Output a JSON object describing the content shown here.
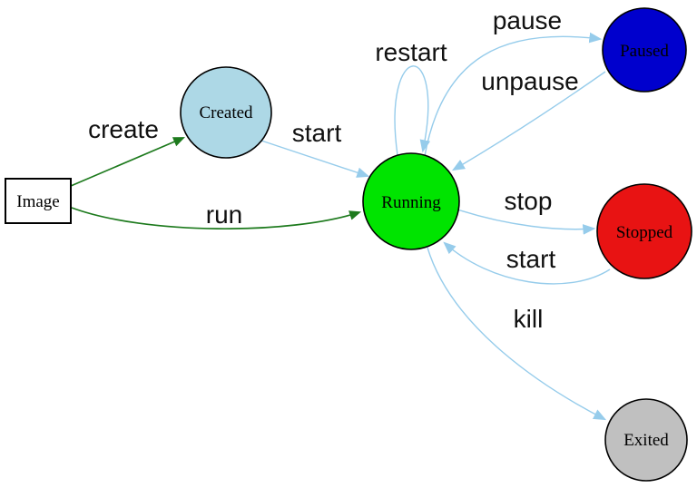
{
  "diagram": {
    "background": "#ffffff",
    "nodes": [
      {
        "id": "image",
        "label": "Image",
        "shape": "rectangle",
        "fill": "#ffffff",
        "border": "#2424cc"
      },
      {
        "id": "created",
        "label": "Created",
        "shape": "circle",
        "fill": "#add8e6",
        "border": "#000000"
      },
      {
        "id": "running",
        "label": "Running",
        "shape": "circle",
        "fill": "#00e400",
        "border": "#000000"
      },
      {
        "id": "paused",
        "label": "Paused",
        "shape": "circle",
        "fill": "#0000cd",
        "border": "#000000"
      },
      {
        "id": "stopped",
        "label": "Stopped",
        "shape": "circle",
        "fill": "#e81313",
        "border": "#000000"
      },
      {
        "id": "exited",
        "label": "Exited",
        "shape": "circle",
        "fill": "#c0c0c0",
        "border": "#000000"
      }
    ],
    "edges": [
      {
        "from": "image",
        "to": "created",
        "label": "create",
        "color": "#1d7a1d"
      },
      {
        "from": "image",
        "to": "running",
        "label": "run",
        "color": "#1d7a1d"
      },
      {
        "from": "created",
        "to": "running",
        "label": "start",
        "color": "#96cceb"
      },
      {
        "from": "running",
        "to": "running",
        "label": "restart",
        "color": "#96cceb"
      },
      {
        "from": "running",
        "to": "paused",
        "label": "pause",
        "color": "#96cceb"
      },
      {
        "from": "paused",
        "to": "running",
        "label": "unpause",
        "color": "#96cceb"
      },
      {
        "from": "running",
        "to": "stopped",
        "label": "stop",
        "color": "#96cceb"
      },
      {
        "from": "stopped",
        "to": "running",
        "label": "start",
        "color": "#96cceb"
      },
      {
        "from": "running",
        "to": "exited",
        "label": "kill",
        "color": "#96cceb"
      }
    ],
    "arrow_colors": {
      "green": "#1d7a1d",
      "blue": "#96cceb"
    }
  }
}
